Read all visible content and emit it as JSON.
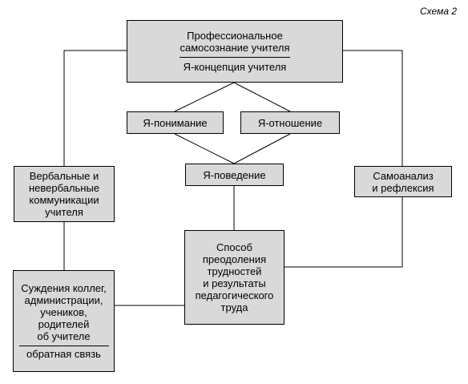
{
  "caption": "Схема 2",
  "boxes": {
    "top": {
      "line1": "Профессиональное",
      "line2": "самосознание учителя",
      "subtitle": "Я-концепция учителя"
    },
    "understanding": "Я-понимание",
    "attitude": "Я-отношение",
    "behavior": "Я-поведение",
    "verbal": [
      "Вербальные и",
      "невербальные",
      "коммуникации",
      "учителя"
    ],
    "selfanalysis": [
      "Самоанализ",
      "и рефлексия"
    ],
    "method": [
      "Способ",
      "преодоления",
      "трудностей",
      "и результаты",
      "педагогического",
      "труда"
    ],
    "judgments": {
      "lines": [
        "Суждения коллег,",
        "администрации,",
        "учеников,",
        "родителей",
        "об учителе"
      ],
      "footer": "обратная связь"
    }
  }
}
